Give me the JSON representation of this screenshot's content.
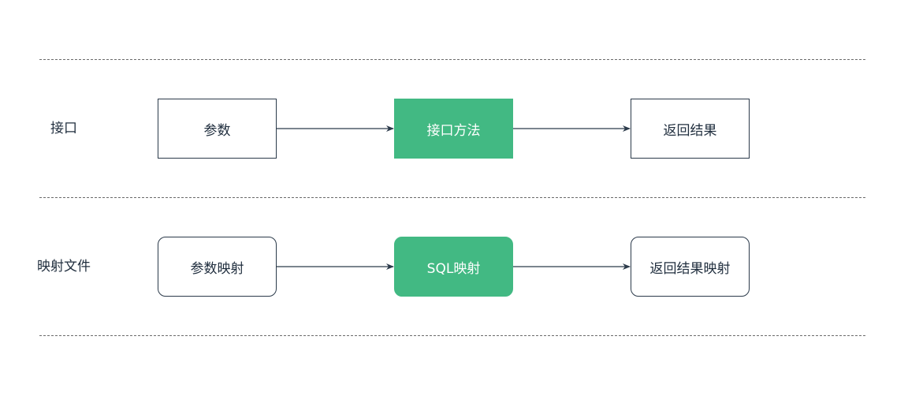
{
  "colors": {
    "accent_green": "#42b983",
    "line": "#2b3a4a",
    "text": "#1f2d3d",
    "divider": "#6b6b6b"
  },
  "rows": [
    {
      "label": "接口",
      "nodes": [
        "参数",
        "接口方法",
        "返回结果"
      ]
    },
    {
      "label": "映射文件",
      "nodes": [
        "参数映射",
        "SQL映射",
        "返回结果映射"
      ]
    }
  ]
}
